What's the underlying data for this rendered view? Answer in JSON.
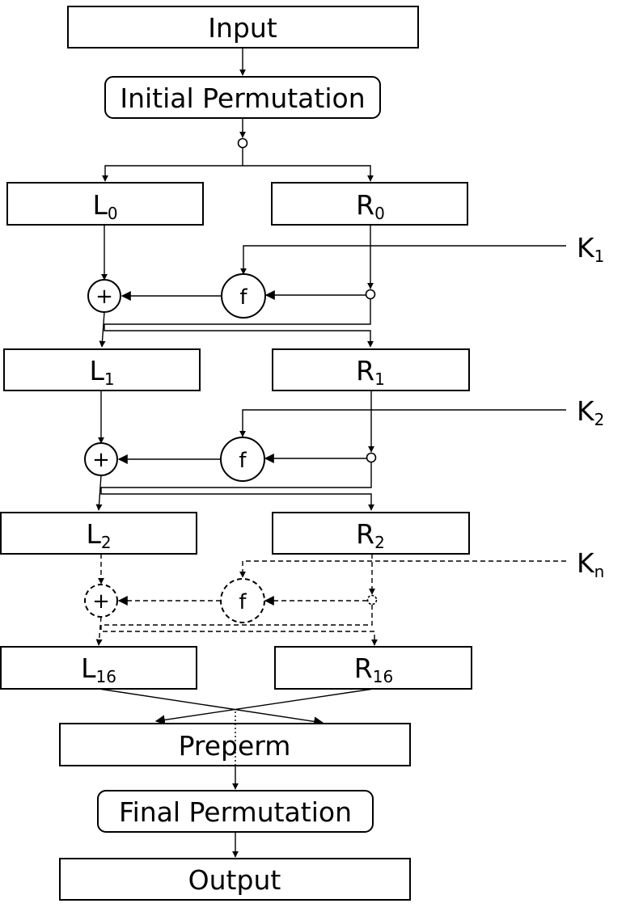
{
  "stages": {
    "input": "Input",
    "initial_permutation": "Initial Permutation",
    "preperm": "Preperm",
    "final_permutation": "Final Permutation",
    "output": "Output"
  },
  "halves": {
    "l0": {
      "base": "L",
      "index": "0"
    },
    "r0": {
      "base": "R",
      "index": "0"
    },
    "l1": {
      "base": "L",
      "index": "1"
    },
    "r1": {
      "base": "R",
      "index": "1"
    },
    "l2": {
      "base": "L",
      "index": "2"
    },
    "r2": {
      "base": "R",
      "index": "2"
    },
    "l16": {
      "base": "L",
      "index": "16"
    },
    "r16": {
      "base": "R",
      "index": "16"
    }
  },
  "keys": {
    "k1": {
      "base": "K",
      "index": "1"
    },
    "k2": {
      "base": "K",
      "index": "2"
    },
    "kn": {
      "base": "K",
      "index": "n"
    }
  },
  "symbols": {
    "xor": "+",
    "f": "f"
  }
}
